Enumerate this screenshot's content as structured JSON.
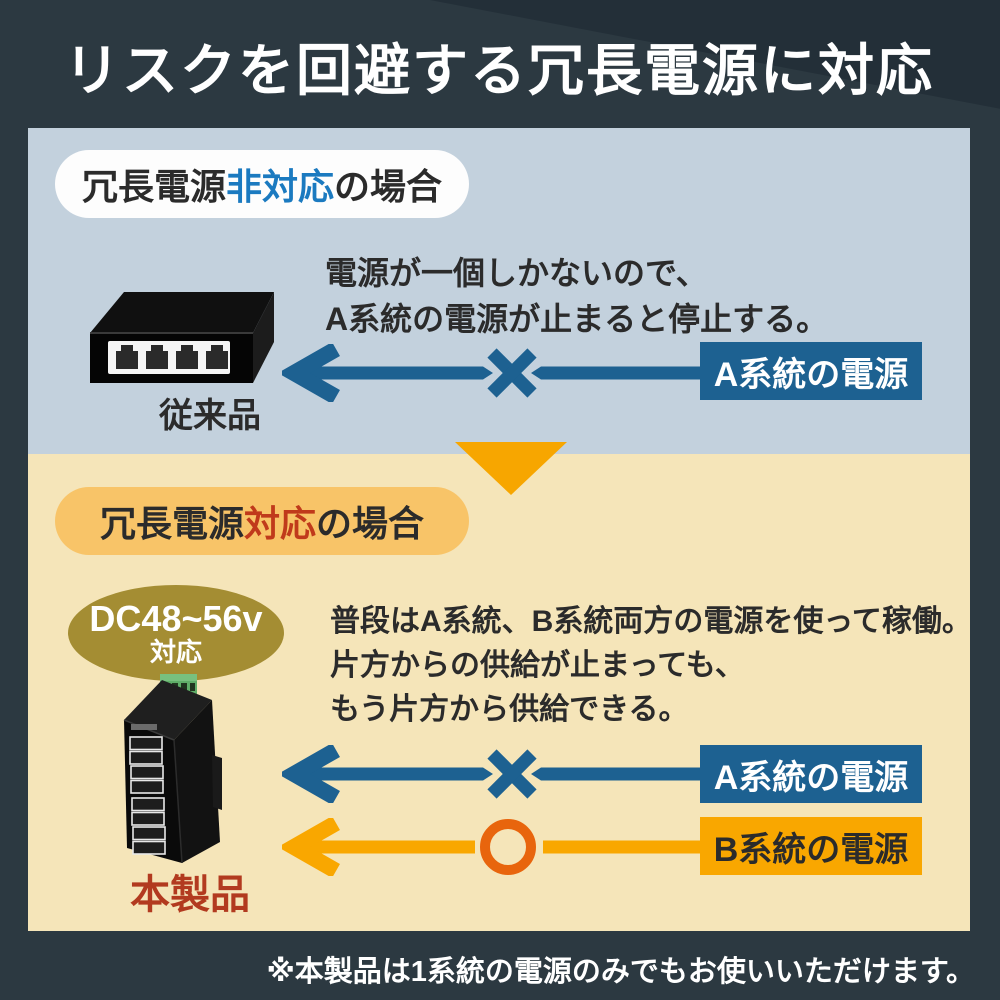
{
  "header": {
    "title": "リスクを回避する冗長電源に対応"
  },
  "non_redundant": {
    "case_label": {
      "prefix": "冗長電源",
      "highlight": "非対応",
      "suffix": "の場合"
    },
    "description": {
      "line1": "電源が一個しかないので、",
      "line2": "A系統の電源が止まると停止する。"
    },
    "device_label": "従来品",
    "power_a": "A系統の電源"
  },
  "redundant": {
    "case_label": {
      "prefix": "冗長電源",
      "highlight": "対応",
      "suffix": "の場合"
    },
    "voltage_badge": {
      "line1": "DC48~56v",
      "line2": "対応"
    },
    "description": {
      "line1": "普段はA系統、B系統両方の電源を使って稼働。",
      "line2": "片方からの供給が止まっても、",
      "line3": "もう片方から供給できる。"
    },
    "device_label": "本製品",
    "power_a": "A系統の電源",
    "power_b": "B系統の電源"
  },
  "footnote": "※本製品は1系統の電源のみでもお使いいただけます。",
  "colors": {
    "background_dark": "#2c3941",
    "background_dark_shade": "#232f38",
    "panel_blue": "#c3d1dd",
    "panel_cream": "#f5e5b9",
    "accent_blue": "#1d6191",
    "accent_orange": "#f9a700",
    "ring_orange": "#e8650d",
    "pill_orange": "#f8c468",
    "highlight_blue_text": "#1b7ac0",
    "highlight_red_text": "#c03a1b",
    "product_label_red": "#b23a1f",
    "badge_olive": "#a48d33",
    "body_text": "#2b2b2b",
    "title_text": "#ffffff"
  }
}
